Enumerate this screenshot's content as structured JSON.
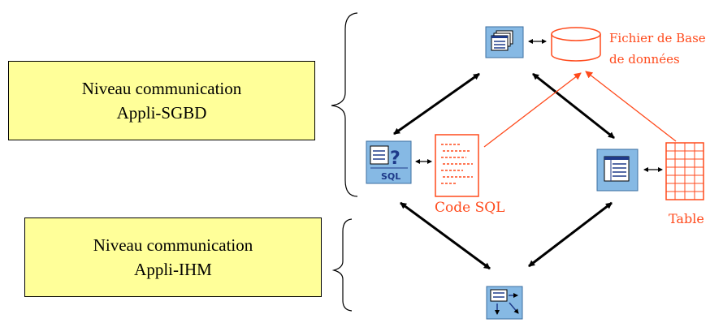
{
  "levels": {
    "sgbd": {
      "line1": "Niveau communication",
      "line2": "Appli-SGBD"
    },
    "ihm": {
      "line1": "Niveau communication",
      "line2": "Appli-IHM"
    }
  },
  "labels": {
    "fichier_line1": "Fichier de Base",
    "fichier_line2": "de données",
    "code_sql": "Code SQL",
    "table": "Table"
  },
  "icons": {
    "forms": "forms-window-icon",
    "database": "database-cylinder-icon",
    "query": "sql-query-icon",
    "document": "sql-code-document-icon",
    "grid": "data-grid-icon",
    "table": "table-sheet-icon",
    "ui": "ui-interface-icon"
  },
  "colors": {
    "accent": "#ff4a1c",
    "box_fill": "#ffff99",
    "icon_blue": "#86b9e4"
  }
}
